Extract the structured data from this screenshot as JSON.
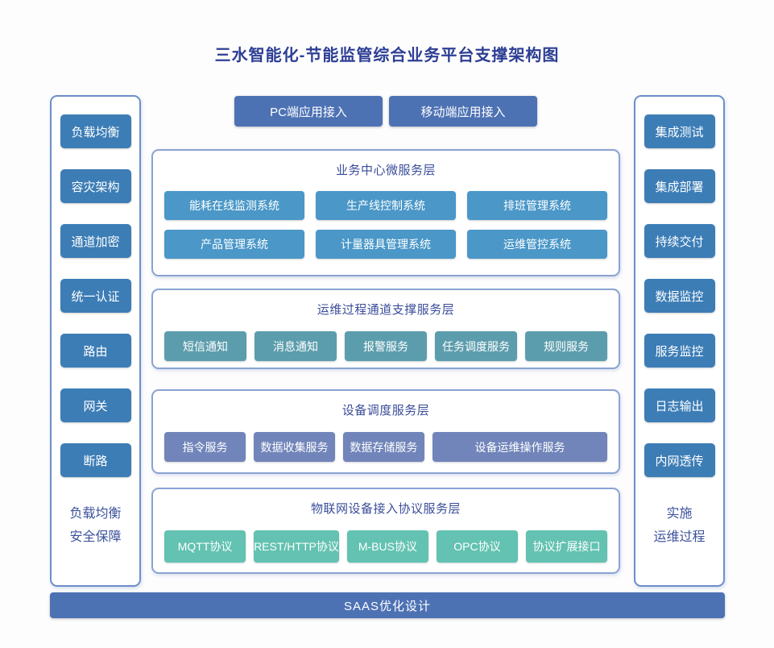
{
  "title": "三水智能化-节能监管综合业务平台支撑架构图",
  "access_buttons": [
    {
      "label": "PC端应用接入"
    },
    {
      "label": "移动端应用接入"
    }
  ],
  "left_panel": {
    "items": [
      "负载均衡",
      "容灾架构",
      "通道加密",
      "统一认证",
      "路由",
      "网关",
      "断路"
    ],
    "caption": [
      "负载均衡",
      "安全保障"
    ]
  },
  "right_panel": {
    "items": [
      "集成测试",
      "集成部署",
      "持续交付",
      "数据监控",
      "服务监控",
      "日志输出",
      "内网透传"
    ],
    "caption": [
      "实施",
      "运维过程"
    ]
  },
  "layers": [
    {
      "title": "业务中心微服务层",
      "node_color": "#4a97c8",
      "items": [
        "能耗在线监测系统",
        "生产线控制系统",
        "排班管理系统",
        "产品管理系统",
        "计量器具管理系统",
        "运维管控系统"
      ]
    },
    {
      "title": "运维过程通道支撑服务层",
      "node_color": "#5c9dad",
      "items": [
        "短信通知",
        "消息通知",
        "报警服务",
        "任务调度服务",
        "规则服务"
      ]
    },
    {
      "title": "设备调度服务层",
      "node_color": "#7185ba",
      "items": [
        "指令服务",
        "数据收集服务",
        "数据存储服务",
        "设备运维操作服务"
      ]
    },
    {
      "title": "物联网设备接入协议服务层",
      "node_color": "#63c2b1",
      "items": [
        "MQTT协议",
        "REST/HTTP协议",
        "M-BUS协议",
        "OPC协议",
        "协议扩展接口"
      ]
    }
  ],
  "bottom_bar": {
    "label": "SAAS优化设计"
  },
  "colors": {
    "title-text": "#2d3e94",
    "layer-title-text": "#3a4d99",
    "caption-text": "#3d529c",
    "side-box": "#3c7db6",
    "accent-bar": "#4d72b4",
    "panel-border": "#6d8fc9",
    "layer-border": "#8aa3d2"
  }
}
